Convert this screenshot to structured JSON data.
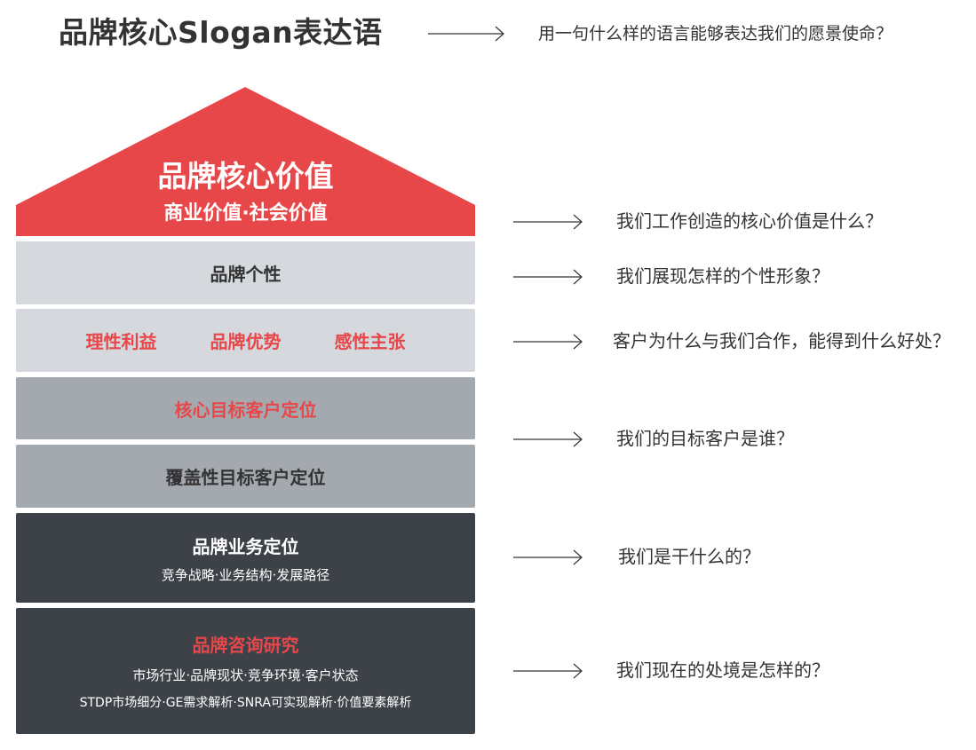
{
  "title": "品牌核心Slogan表达语",
  "title_question": "用一句什么样的语言能够表达我们的愿景使命？",
  "roof": {
    "main": "品牌核心价值",
    "sub": "商业价值·社会价值",
    "question": "我们工作创造的核心价值是什么？",
    "color": "#e8474a"
  },
  "personality": {
    "label": "品牌个性",
    "question": "我们展现怎样的个性形象？"
  },
  "benefits": {
    "items": [
      "理性利益",
      "品牌优势",
      "感性主张"
    ],
    "question": "客户为什么与我们合作，能得到什么好处？"
  },
  "core_target": {
    "label": "核心目标客户定位"
  },
  "coverage_target": {
    "label": "覆盖性目标客户定位"
  },
  "target_question": "我们的目标客户是谁？",
  "business": {
    "title": "品牌业务定位",
    "sub": "竞争战略·业务结构·发展路径",
    "question": "我们是干什么的？"
  },
  "research": {
    "title": "品牌咨询研究",
    "line1": "市场行业·品牌现状·竞争环境·客户状态",
    "line2": "STDP市场细分·GE需求解析·SNRA可实现解析·价值要素解析",
    "question": "我们现在的处境是怎样的？"
  },
  "colors": {
    "accent": "#e8474a",
    "light": "#d5d8dc",
    "mid": "#a4a9b0",
    "dark": "#3d4248"
  }
}
